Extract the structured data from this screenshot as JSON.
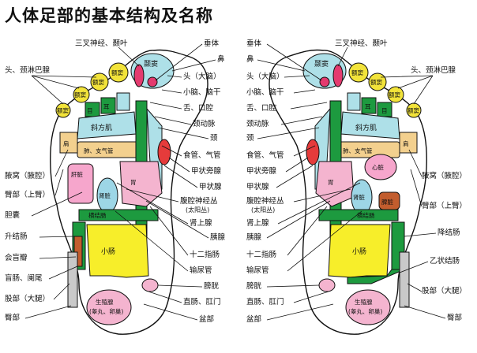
{
  "title": "人体足部的基本结构及名称",
  "left_labels": {
    "sanchashenjing": "三叉神经、颞叶",
    "chuiti": "垂体",
    "bi": "鼻",
    "toujinglinba": "头、颈淋巴腺",
    "toudanao": "头（大脑）",
    "xiaonaonaogan": "小脑、脑干",
    "shekouqiang": "舌、口腔",
    "jingdongmai": "颈动脉",
    "jing": "颈",
    "shiguanqiguan": "食管、气管",
    "jiazhuangpangxian": "甲状旁腺",
    "jiazhuangxian": "甲状腺",
    "yewo": "腋窝（腋腔）",
    "bibu": "臂部（上臂）",
    "fuqiangshenjingcong": "腹腔神经丛",
    "taiyangcong": "(太阳丛)",
    "shenshangxian": "肾上腺",
    "dannang": "胆囊",
    "yixian": "胰腺",
    "shengjiechang": "升结肠",
    "shierzhichang": "十二指肠",
    "shuniaoguan": "输尿管",
    "huimangban": "会盲瓣",
    "mangchang": "盲肠、阑尾",
    "pangguang": "膀胱",
    "gubu": "股部（大腿）",
    "zhichang": "直肠、肛门",
    "penbu": "盆部",
    "tunbu": "臀部"
  },
  "right_labels": {
    "chuiti": "垂体",
    "sanchashenjing": "三叉神经、颞叶",
    "bi": "鼻",
    "toujinglinba": "头、颈淋巴腺",
    "toudanao": "头（大脑）",
    "xiaonaonaogan": "小脑、脑干",
    "shekouqiang": "舌、口腔",
    "jingdongmai": "颈动脉",
    "jing": "颈",
    "shiguanqiguan": "食管、气管",
    "jiazhuangpangxian": "甲状旁腺",
    "jiazhuangxian": "甲状腺",
    "yewo": "腋窝（腋腔）",
    "fuqiangshenjingcong": "腹腔神经丛",
    "taiyangcong": "(太阳丛)",
    "bibu": "臂部（上臂）",
    "shenshangxian": "肾上腺",
    "yixian": "胰腺",
    "jiangjiechang": "降结肠",
    "shierzhichang": "十二指肠",
    "yizhuangjiechang": "乙状结肠",
    "shuniaoguan": "输尿管",
    "pangguang": "膀胱",
    "gubu": "股部（大腿）",
    "zhichang": "直肠、肛门",
    "penbu": "盆部",
    "tunbu": "臀部"
  },
  "zones": {
    "nie": "颞窦",
    "e": "额窦",
    "er": "耳",
    "mu": "目",
    "xiefangji": "斜方肌",
    "jian": "肩",
    "feizhiqiguan": "肺、支气管",
    "ganzang": "肝脏",
    "xinzang": "心脏",
    "shenzang": "肾脏",
    "wei": "胃",
    "pizang": "脾脏",
    "hengjiechang": "横结肠",
    "xiaochang": "小肠",
    "shengzhixian": "生殖腺",
    "gaowan": "(睾丸、卵巢)"
  },
  "colors": {
    "sinus": "#f2e33a",
    "head": "#aee0e8",
    "pituitary": "#e43b6f",
    "green": "#1d9a3f",
    "pink": "#f4b4cf",
    "liver": "#f6a6cc",
    "orange": "#f3d08e",
    "kidney": "#9dd6e6",
    "yellow": "#f7ee2a",
    "brown": "#c25d2e",
    "red": "#e53b3b",
    "grey": "#c9c9c9",
    "outline": "#111111"
  }
}
